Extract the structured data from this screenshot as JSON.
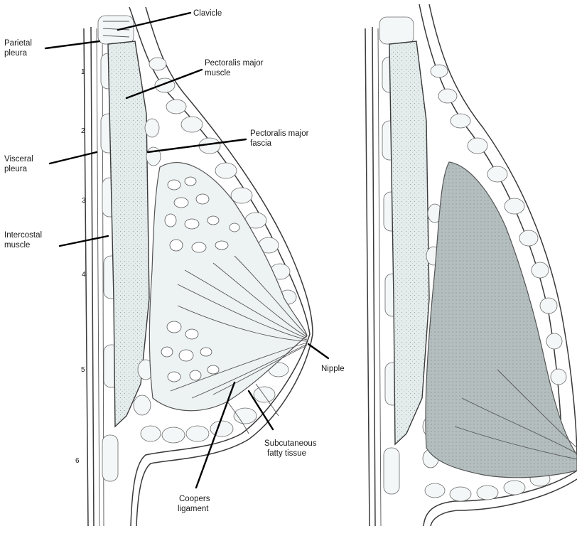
{
  "labels": {
    "clavicle": "Clavicle",
    "parietal_pleura_1": "Parietal",
    "parietal_pleura_2": "pleura",
    "pectoralis_major_muscle_1": "Pectoralis major",
    "pectoralis_major_muscle_2": "muscle",
    "pectoralis_major_fascia_1": "Pectoralis major",
    "pectoralis_major_fascia_2": "fascia",
    "visceral_pleura_1": "Visceral",
    "visceral_pleura_2": "pleura",
    "intercostal_muscle_1": "Intercostal",
    "intercostal_muscle_2": "muscle",
    "nipple": "Nipple",
    "subcutaneous_1": "Subcutaneous",
    "subcutaneous_2": "fatty tissue",
    "coopers_1": "Coopers",
    "coopers_2": "ligament"
  },
  "rib_numbers": [
    "1",
    "2",
    "3",
    "4",
    "5",
    "6"
  ]
}
